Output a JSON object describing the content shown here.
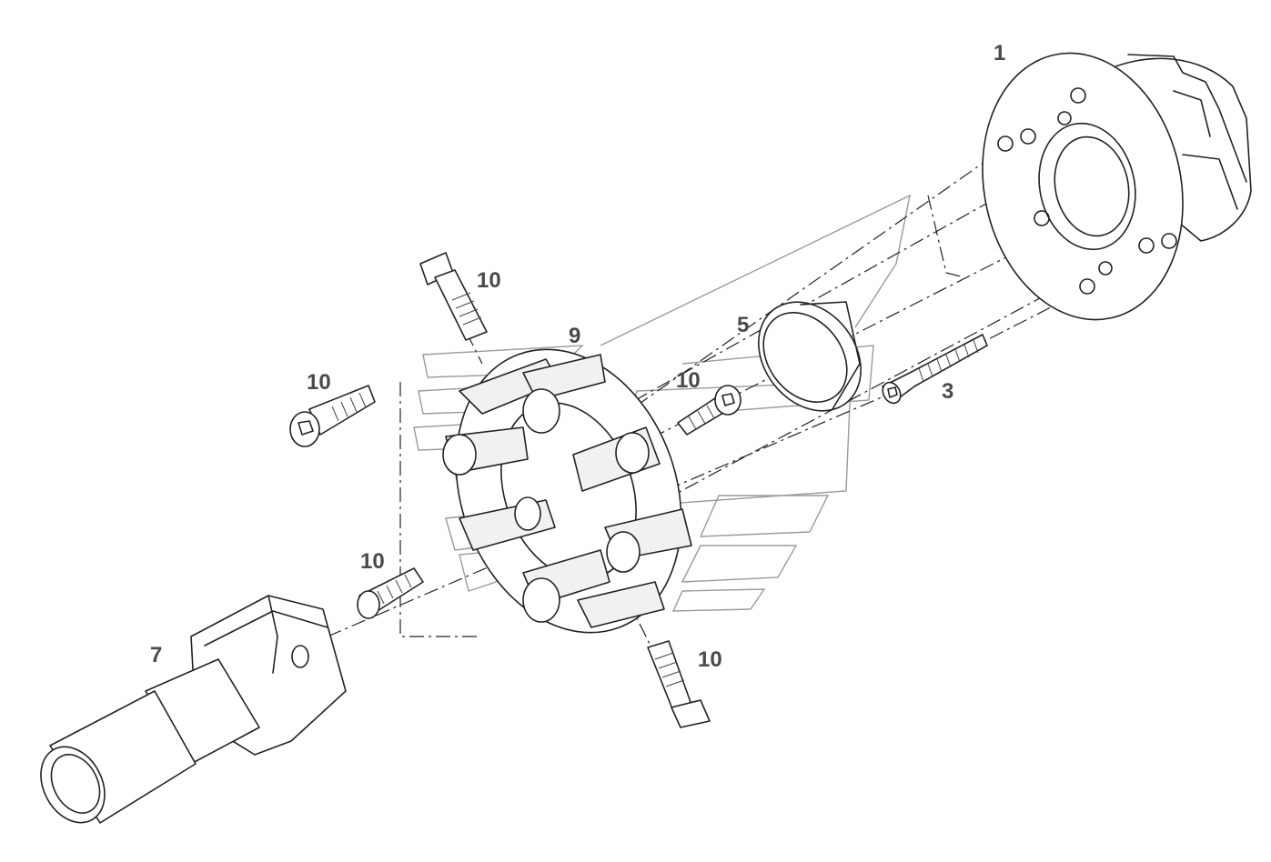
{
  "diagram": {
    "parts": [
      {
        "id": "hub",
        "label": "1"
      },
      {
        "id": "screw-long",
        "label": "3"
      },
      {
        "id": "ring",
        "label": "5"
      },
      {
        "id": "shaft",
        "label": "7"
      },
      {
        "id": "coupling",
        "label": "9"
      },
      {
        "id": "screw-top",
        "label": "10"
      },
      {
        "id": "screw-left",
        "label": "10"
      },
      {
        "id": "screw-mid",
        "label": "10"
      },
      {
        "id": "screw-lower",
        "label": "10"
      },
      {
        "id": "screw-bottom",
        "label": "10"
      }
    ]
  },
  "colors": {
    "line": "#222222",
    "label": "#4a4a4a",
    "watermark": "#9a9a9a",
    "background": "#ffffff"
  }
}
